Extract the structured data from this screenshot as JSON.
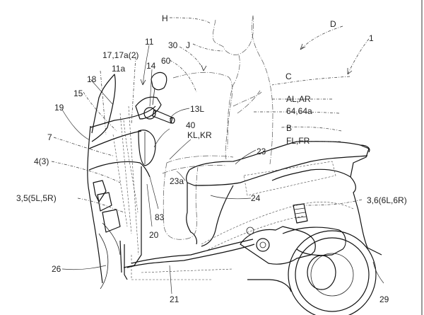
{
  "figure": {
    "type": "patent-drawing",
    "subject": "scooter-with-rider-side-view",
    "colors": {
      "line": "#111111",
      "background": "#ffffff"
    },
    "labels": {
      "H": "H",
      "D": "D",
      "one": "1",
      "J": "J",
      "thirty": "30",
      "eleven": "11",
      "seventeen": "17,17a(2)",
      "sixty": "60",
      "elevenA": "11a",
      "fourteen": "14",
      "eighteen": "18",
      "C": "C",
      "fifteen": "15",
      "ALAR": "AL,AR",
      "nineteen": "19",
      "thirteenL": "13L",
      "sixtyfour": "64,64a",
      "forty": "40",
      "B": "B",
      "KLKR": "KL,KR",
      "seven": "7",
      "FLFR": "FL,FR",
      "twentythree": "23",
      "four3": "4(3)",
      "twentythreeA": "23a",
      "three5": "3,5(5L,5R)",
      "twentyfour": "24",
      "three6": "3,6(6L,6R)",
      "eightythree": "83",
      "twenty": "20",
      "twentysix": "26",
      "twentyone": "21",
      "twentynine": "29"
    }
  }
}
